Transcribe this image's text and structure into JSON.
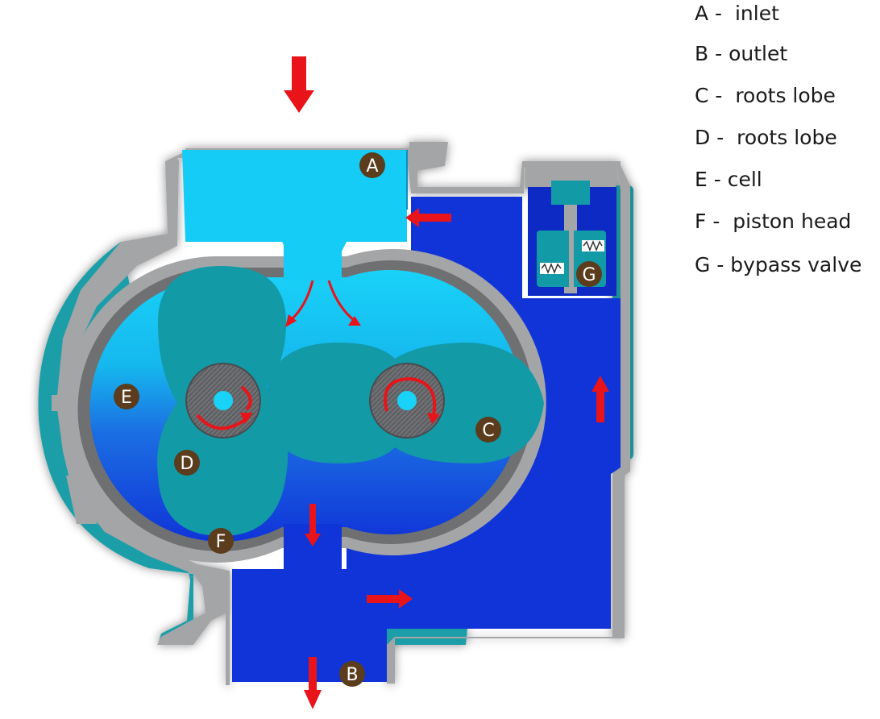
{
  "markers": {
    "a": "A",
    "b": "B",
    "c": "C",
    "d": "D",
    "e": "E",
    "f": "F",
    "g": "G"
  },
  "legend": [
    {
      "text": "A -  inlet"
    },
    {
      "text": "B - outlet"
    },
    {
      "text": "C -  roots lobe"
    },
    {
      "text": "D -  roots lobe"
    },
    {
      "text": "E - cell"
    },
    {
      "text": "F -  piston head"
    },
    {
      "text": "G - bypass valve"
    }
  ],
  "colors": {
    "casing": "#9fa1a3",
    "inlet_fluid": "#14ccf5",
    "outlet_fluid": "#1034d8",
    "lobe": "#129aa6",
    "arrow": "#e8141a",
    "marker": "#5b3c1c"
  }
}
